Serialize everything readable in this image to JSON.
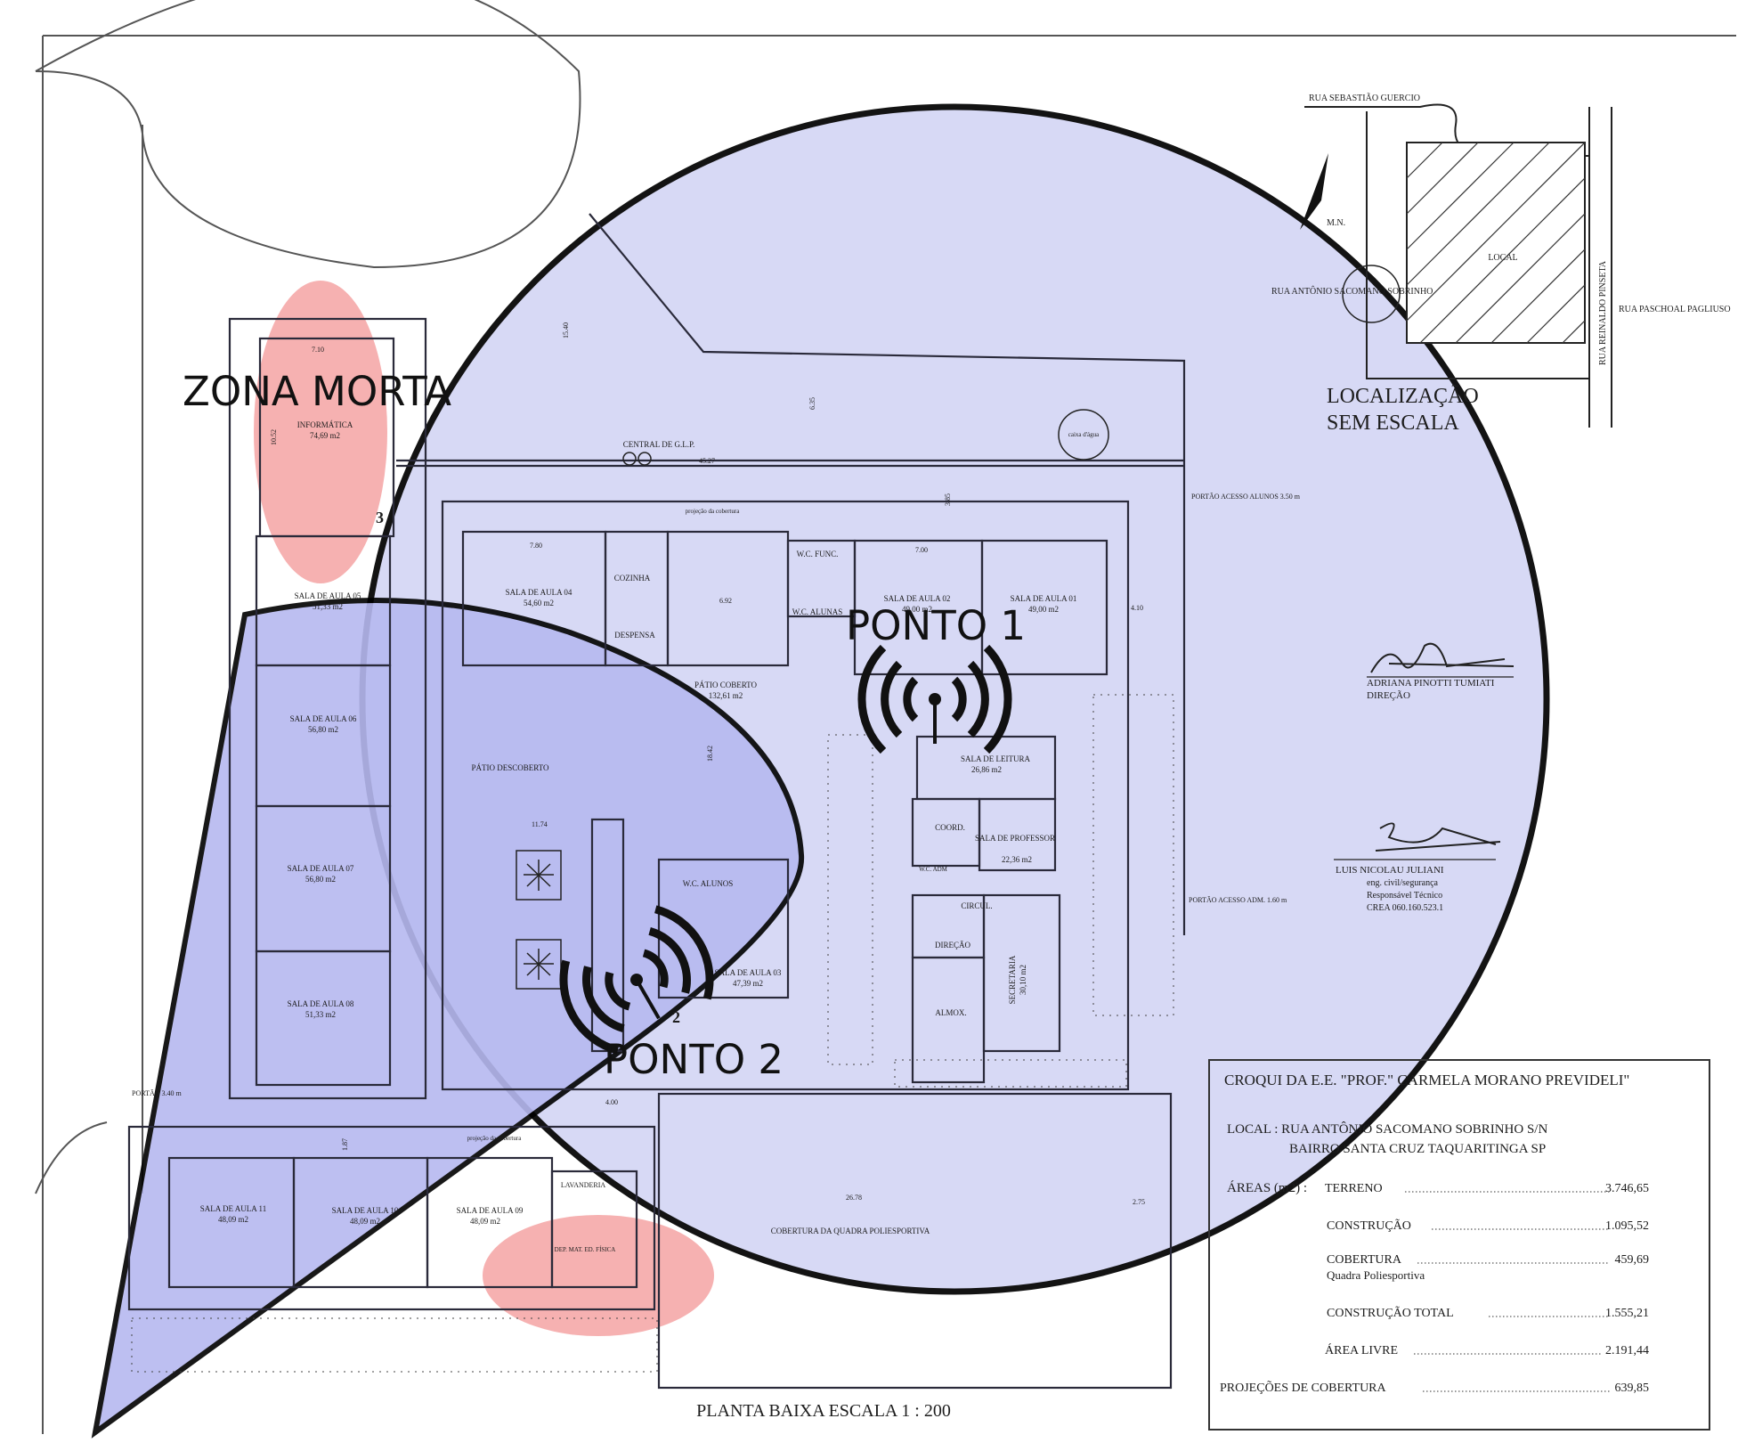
{
  "annotations": {
    "dead_zone": "ZONA MORTA",
    "point1": "PONTO 1",
    "point2": "PONTO 2",
    "point2_num": "2",
    "area_num_3": "3"
  },
  "rooms": {
    "informatica": "INFORMÁTICA",
    "informatica_area": "74,69 m2",
    "sala05": "SALA DE AULA 05",
    "sala05_area": "51,33 m2",
    "sala04": "SALA DE AULA 04",
    "sala04_area": "54,60 m2",
    "cozinha": "COZINHA",
    "despensa": "DESPENSA",
    "wc_func": "W.C. FUNC.",
    "wc_alunas": "W.C. ALUNAS",
    "sala02": "SALA DE AULA 02",
    "sala02_area": "49,00 m2",
    "sala01": "SALA DE AULA 01",
    "sala01_area": "49,00 m2",
    "patio_coberto": "PÁTIO COBERTO",
    "patio_coberto_area": "132,61 m2",
    "sala06": "SALA DE AULA 06",
    "sala06_area": "56,80 m2",
    "patio_descoberto": "PÁTIO DESCOBERTO",
    "sala07": "SALA DE AULA 07",
    "sala07_area": "56,80 m2",
    "wc_alunos": "W.C. ALUNOS",
    "sala03": "SALA DE AULA 03",
    "sala03_area": "47,39 m2",
    "sala08": "SALA DE AULA 08",
    "sala08_area": "51,33 m2",
    "sala_leitura": "SALA DE LEITURA",
    "sala_leitura_area": "26,86 m2",
    "coord": "COORD.",
    "sala_prof": "SALA DE PROFESSOR",
    "sala_prof_area": "22,36 m2",
    "wc_adm": "W.C. ADM",
    "circul": "CIRCUL.",
    "direcao": "DIREÇÃO",
    "secretaria": "SECRETARIA",
    "secretaria_area": "30,10 m2",
    "almox": "ALMOX.",
    "sala11": "SALA DE AULA 11",
    "sala11_area": "48,09 m2",
    "sala10": "SALA DE AULA 10",
    "sala10_area": "48,09 m2",
    "sala09": "SALA DE AULA 09",
    "sala09_area": "48,09 m2",
    "lavanderia": "LAVANDERIA",
    "dep_mat": "DEP. MAT. ED. FÍSICA",
    "quadra": "COBERTURA DA QUADRA POLIESPORTIVA",
    "central_glp": "CENTRAL DE G.L.P.",
    "caixa_agua": "caixa d'água",
    "projecao": "projeção da cobertura",
    "portao_alunos": "PORTÃO ACESSO ALUNOS 3.50 m",
    "portao_adm": "PORTÃO ACESSO ADM. 1.60 m",
    "portao_340": "PORTÃO 3.40 m"
  },
  "dimensions": [
    "45.27",
    "15.40",
    "6.35",
    "3.85",
    "4.10",
    "7.10",
    "10.52",
    "7.80",
    "7.00",
    "6.92",
    "18.42",
    "11.74",
    "26.78",
    "2.75",
    "4.00",
    "1.87"
  ],
  "location_map": {
    "rua_sebastiao": "RUA SEBASTIÃO GUERCIO",
    "mn": "M.N.",
    "rua_antonio": "RUA ANTÔNIO SACOMANO SOBRINHO",
    "local": "LOCAL",
    "rua_reinaldo": "RUA REINALDO PINSETA",
    "rua_paschoal": "RUA PASCHOAL PAGLIUSO",
    "title_line1": "LOCALIZAÇÃO",
    "title_line2": "SEM ESCALA"
  },
  "signatures": {
    "director_name": "ADRIANA PINOTTI TUMIATI",
    "director_role": "DIREÇÃO",
    "tech_name": "LUIS NICOLAU JULIANI",
    "tech_line1": "eng. civil/segurança",
    "tech_line2": "Responsável Técnico",
    "tech_line3": "CREA 060.160.523.1"
  },
  "title_block": {
    "title": "CROQUI DA E.E. \"PROF.\" CARMELA MORANO PREVIDELI\"",
    "local_line1": "LOCAL : RUA ANTÔNIO SACOMANO SOBRINHO S/N",
    "local_line2": "BAIRRO SANTA CRUZ  TAQUARITINGA SP",
    "areas_label": "ÁREAS (m2) :",
    "rows": [
      {
        "label": "TERRENO",
        "value": "3.746,65"
      },
      {
        "label": "CONSTRUÇÃO",
        "value": "1.095,52"
      },
      {
        "label": "COBERTURA",
        "value": "459,69"
      },
      {
        "label": "CONSTRUÇÃO TOTAL",
        "value": "1.555,21"
      },
      {
        "label": "ÁREA LIVRE",
        "value": "2.191,44"
      }
    ],
    "cobertura_sub": "Quadra Poliesportiva",
    "projecoes_label": "PROJEÇÕES DE COBERTURA",
    "projecoes_value": "639,85"
  },
  "footer": {
    "caption": "PLANTA BAIXA   ESCALA  1 : 200"
  },
  "colors": {
    "coverage_fill": "#d4d6f5",
    "overlap_fill": "#aeb1ee",
    "dead_zone_fill": "#f6a7a7",
    "line": "#000000"
  }
}
